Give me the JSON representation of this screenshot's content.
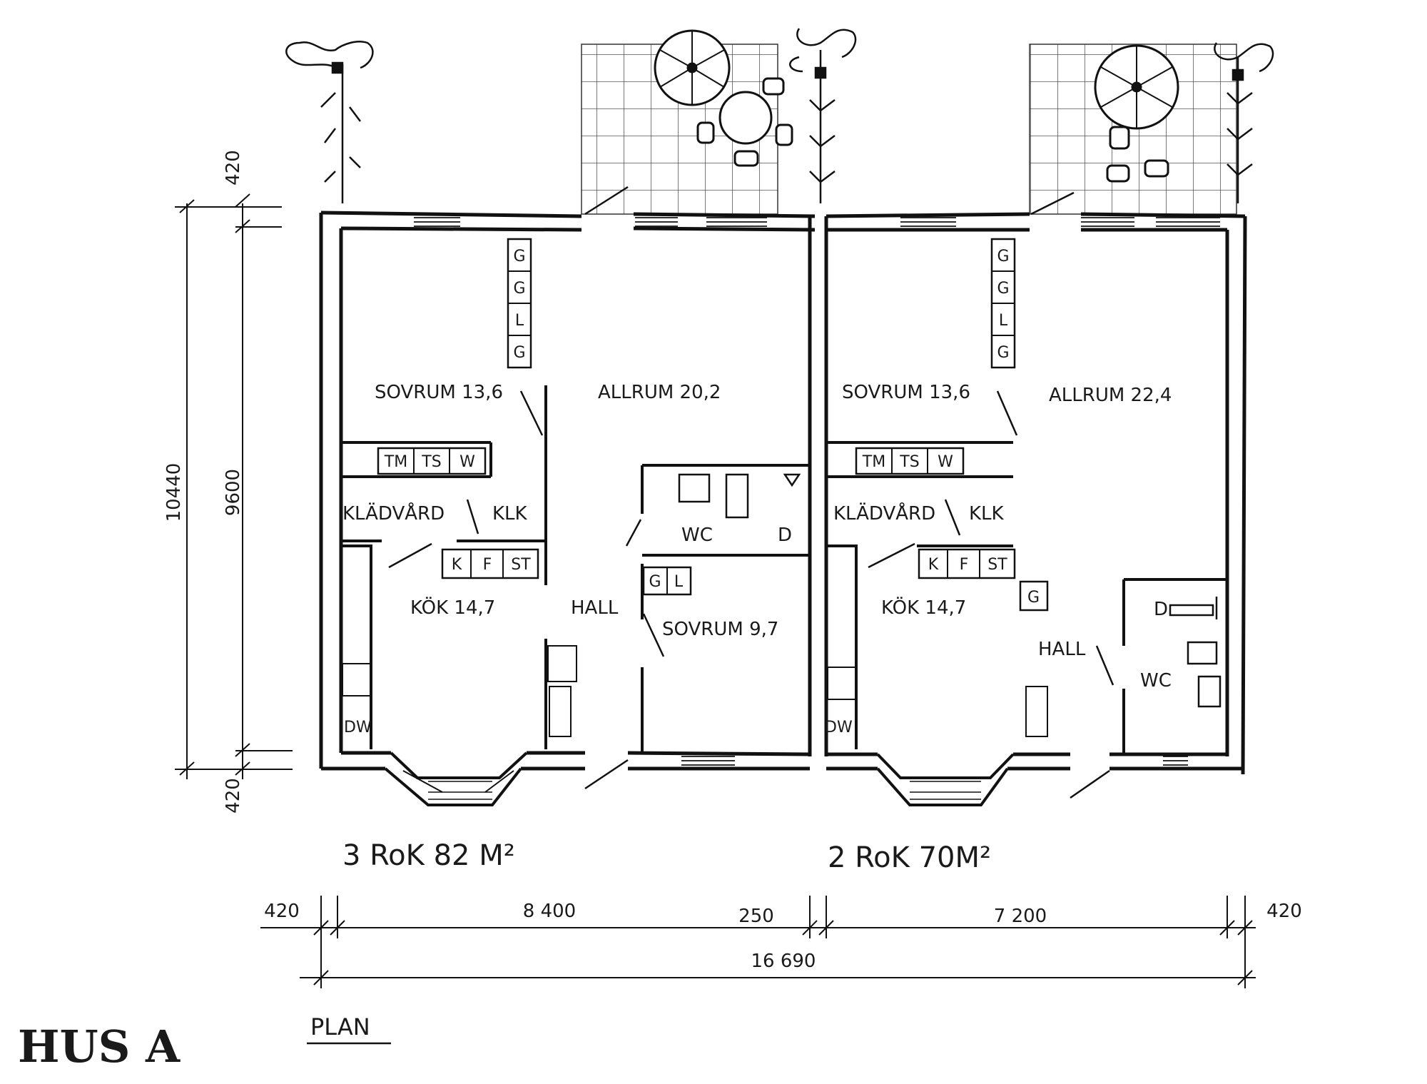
{
  "title": "HUS A",
  "subtitle": "PLAN",
  "units": [
    {
      "name": "3 RoK 82 M²",
      "rooms": {
        "sovrum1": "SOVRUM 13,6",
        "allrum": "ALLRUM 20,2",
        "kladvard": "KLÄDVÅRD",
        "klk": "KLK",
        "wc": "WC",
        "d": "D",
        "kok": "KÖK 14,7",
        "hall": "HALL",
        "sovrum2": "SOVRUM 9,7",
        "dw": "DW"
      },
      "wardrobes": [
        "G",
        "G",
        "L",
        "G"
      ],
      "laundry": [
        "TM",
        "TS",
        "W"
      ],
      "kitchen": [
        "K",
        "F",
        "ST"
      ],
      "hall_cabinets": [
        "G",
        "L"
      ]
    },
    {
      "name": "2 RoK 70M²",
      "rooms": {
        "sovrum1": "SOVRUM 13,6",
        "allrum": "ALLRUM 22,4",
        "kladvard": "KLÄDVÅRD",
        "klk": "KLK",
        "kok": "KÖK 14,7",
        "g": "G",
        "d": "D",
        "hall": "HALL",
        "wc": "WC",
        "dw": "DW"
      },
      "wardrobes": [
        "G",
        "G",
        "L",
        "G"
      ],
      "laundry": [
        "TM",
        "TS",
        "W"
      ],
      "kitchen": [
        "K",
        "F",
        "ST"
      ]
    }
  ],
  "dimensions": {
    "horizontal": [
      "420",
      "8 400",
      "250",
      "7 200",
      "420"
    ],
    "horizontal_total": "16 690",
    "vertical_inner": "9600",
    "vertical_total": "10440",
    "vertical_top": "420",
    "vertical_bottom": "420"
  }
}
